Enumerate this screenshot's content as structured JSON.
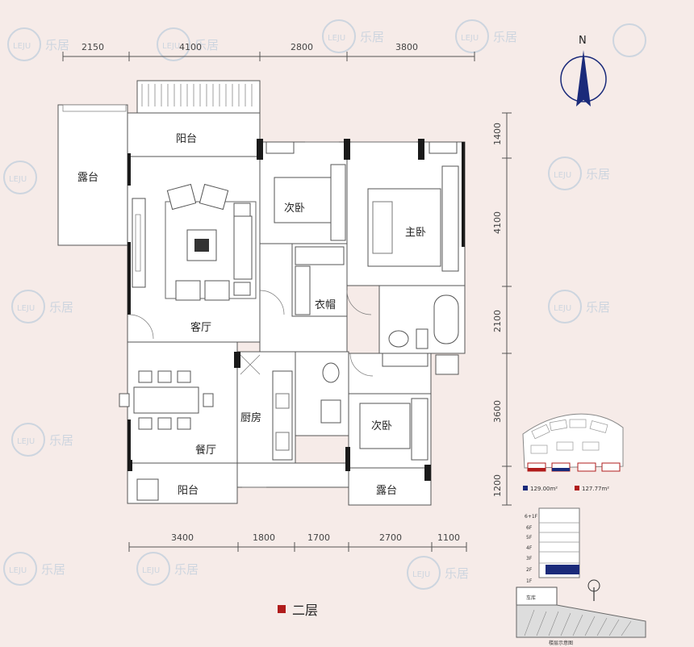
{
  "compass": {
    "label": "N"
  },
  "dimensions": {
    "top": [
      "2150",
      "4100",
      "2800",
      "3800"
    ],
    "bottom": [
      "3400",
      "1800",
      "1700",
      "2700",
      "1100"
    ],
    "right": [
      "1400",
      "4100",
      "2100",
      "3600",
      "1200"
    ]
  },
  "rooms": {
    "balcony_top": "阳台",
    "terrace_left": "露台",
    "living": "客厅",
    "dining": "餐厅",
    "kitchen": "厨房",
    "bedroom2_top": "次卧",
    "master": "主卧",
    "closet": "衣帽",
    "bedroom2_bottom": "次卧",
    "balcony_bottom": "阳台",
    "terrace_bottom": "露台"
  },
  "site_plan": {
    "legend": [
      {
        "label": "129.00m²",
        "color": "#1a2a7a"
      },
      {
        "label": "127.77m²",
        "color": "#b01c1c"
      }
    ]
  },
  "floor_index": {
    "levels": [
      "6+1F",
      "6F",
      "5F",
      "4F",
      "3F",
      "2F",
      "1F"
    ],
    "highlight": "2F",
    "ground_label": "车库",
    "caption": "楼层示意图"
  },
  "floor_label": "二层",
  "watermark": {
    "text": "乐居",
    "logo": "LEJU"
  },
  "colors": {
    "background": "#f6ebe8",
    "accent": "#b01c1c",
    "highlight": "#1a2a7a",
    "watermark": "#c9d3de"
  }
}
